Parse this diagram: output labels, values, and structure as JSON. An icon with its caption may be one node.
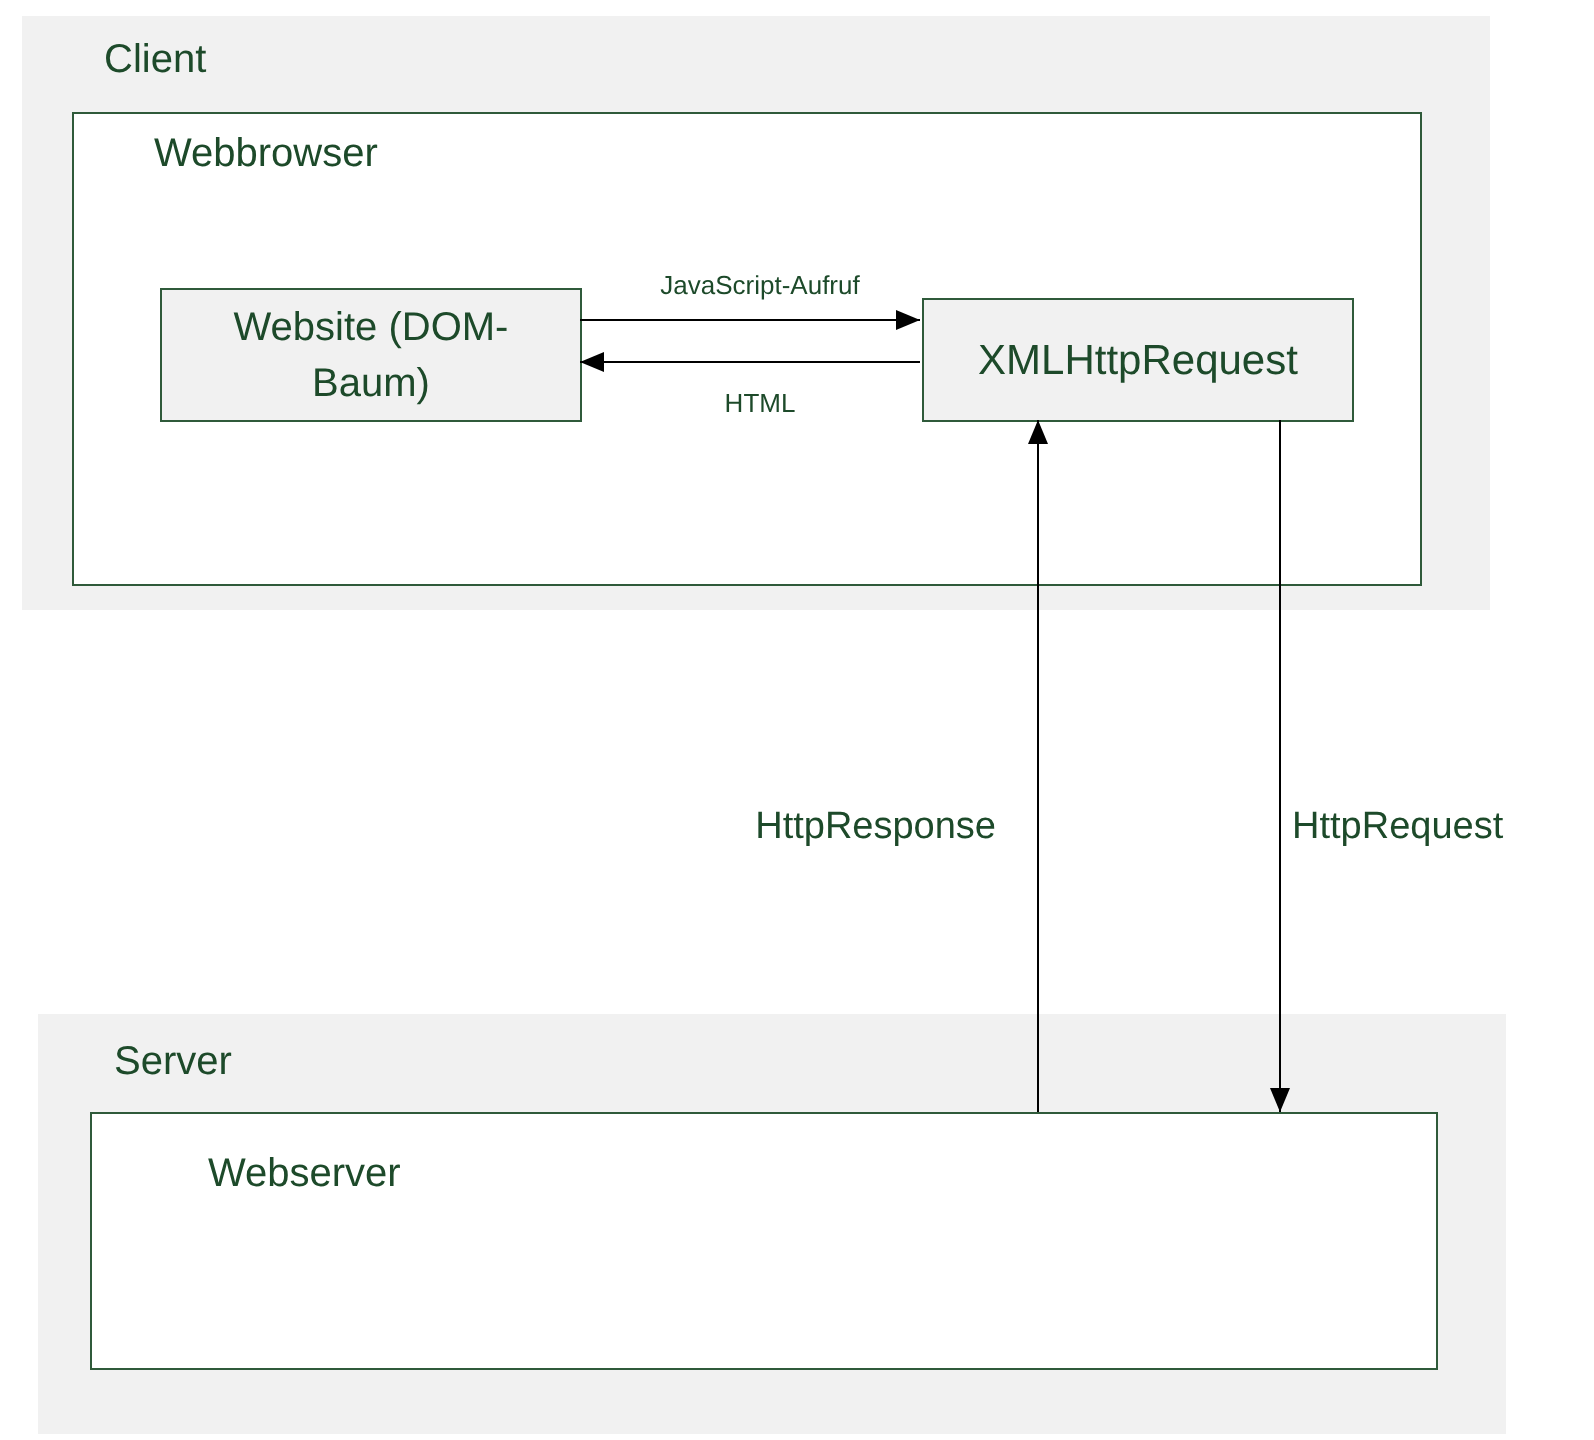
{
  "diagram": {
    "nodes": [
      {
        "text": [
          "Client"
        ]
      },
      {
        "text": [
          "Webbrowser"
        ],
        "in": 0
      },
      {
        "text": [
          "Website (DOM-Baum)"
        ],
        "in": 1
      },
      {
        "text": [
          "XMLHttpRequest"
        ],
        "in": 1
      },
      {
        "text": [
          "Server"
        ]
      },
      {
        "text": [
          "Webserver"
        ],
        "in": 4
      }
    ],
    "edges": [
      {
        "from": 2,
        "to": 3,
        "arrow": "to",
        "label": "JavaScript-Aufruf"
      },
      {
        "from": 3,
        "to": 2,
        "arrow": "to",
        "label": "HTML"
      },
      {
        "from": 5,
        "to": 3,
        "arrow": "to",
        "label": "HttpResponse"
      },
      {
        "from": 3,
        "to": 5,
        "arrow": "to",
        "label": "HttpRequest"
      }
    ]
  }
}
